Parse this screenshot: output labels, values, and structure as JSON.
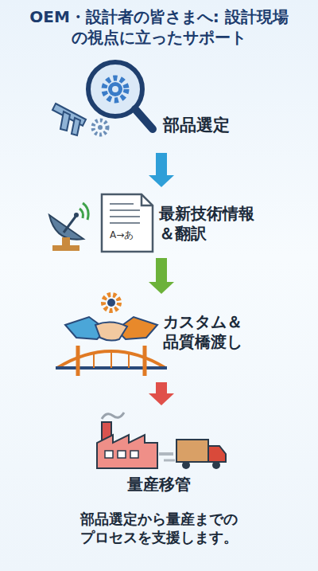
{
  "diagram": {
    "title": "OEM・設計者の皆さまへ: 設計現場の視点に立ったサポート",
    "caption": "部品選定から量産までの プロセスを支援します。",
    "nodes": [
      {
        "text": [
          "部品選定"
        ]
      },
      {
        "text": [
          "最新技術情報 ＆翻訳"
        ]
      },
      {
        "text": [
          "カスタム＆ 品質橋渡し"
        ]
      },
      {
        "text": [
          "量産移管"
        ]
      }
    ],
    "edges": [
      {
        "from": 0,
        "to": 1,
        "arrow": "to"
      },
      {
        "from": 1,
        "to": 2,
        "arrow": "to"
      },
      {
        "from": 2,
        "to": 3,
        "arrow": "to"
      }
    ],
    "labels": [
      "A→あ"
    ]
  }
}
